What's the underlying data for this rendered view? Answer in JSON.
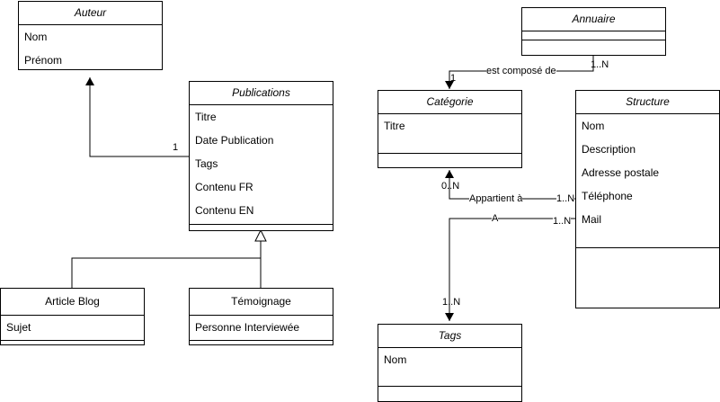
{
  "classes": {
    "auteur": {
      "name": "Auteur",
      "attributes": [
        "Nom",
        "Prénom"
      ]
    },
    "publications": {
      "name": "Publications",
      "attributes": [
        "Titre",
        "Date Publication",
        "Tags",
        "Contenu FR",
        "Contenu EN"
      ]
    },
    "article_blog": {
      "name": "Article Blog",
      "attributes": [
        "Sujet"
      ]
    },
    "temoignage": {
      "name": "Témoignage",
      "attributes": [
        "Personne Interviewée"
      ]
    },
    "annuaire": {
      "name": "Annuaire",
      "attributes": []
    },
    "categorie": {
      "name": "Catégorie",
      "attributes": [
        "Titre"
      ]
    },
    "structure": {
      "name": "Structure",
      "attributes": [
        "Nom",
        "Description",
        "Adresse postale",
        "Téléphone",
        "Mail"
      ]
    },
    "tags": {
      "name": "Tags",
      "attributes": [
        "Nom"
      ]
    }
  },
  "associations": {
    "auteur_publications": {
      "mult_publications": "1"
    },
    "annuaire_categorie": {
      "label": "est composé de",
      "mult_annuaire": "1..N",
      "mult_categorie": "1"
    },
    "categorie_structure": {
      "label": "Appartient à",
      "mult_categorie": "0..N",
      "mult_structure": "1..N"
    },
    "tags_structure": {
      "label": "A",
      "mult_structure": "1..N",
      "mult_tags": "1..N"
    }
  }
}
